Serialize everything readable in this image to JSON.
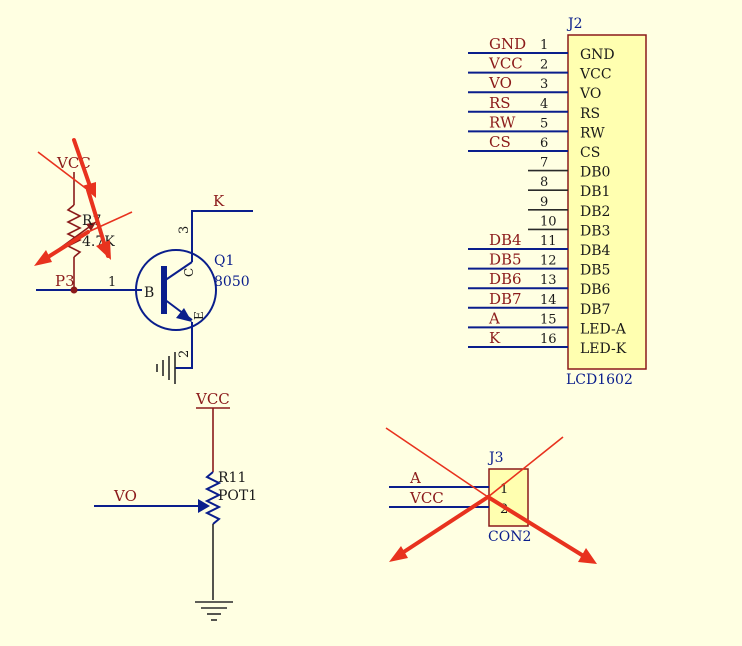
{
  "colors": {
    "background": "#FFFFE2",
    "wire": "#0A1E8C",
    "net_label": "#8B1A1A",
    "pin_text": "#1a1a1a",
    "connector_fill": "#FFFFB0",
    "connector_border": "#8B1A1A",
    "annotation": "#E8321E"
  },
  "j2": {
    "designator": "J2",
    "comment": "LCD1602",
    "pins": [
      {
        "num": "1",
        "name": "GND",
        "net": "GND"
      },
      {
        "num": "2",
        "name": "VCC",
        "net": "VCC"
      },
      {
        "num": "3",
        "name": "VO",
        "net": "VO"
      },
      {
        "num": "4",
        "name": "RS",
        "net": "RS"
      },
      {
        "num": "5",
        "name": "RW",
        "net": "RW"
      },
      {
        "num": "6",
        "name": "CS",
        "net": "CS"
      },
      {
        "num": "7",
        "name": "DB0",
        "net": ""
      },
      {
        "num": "8",
        "name": "DB1",
        "net": ""
      },
      {
        "num": "9",
        "name": "DB2",
        "net": ""
      },
      {
        "num": "10",
        "name": "DB3",
        "net": ""
      },
      {
        "num": "11",
        "name": "DB4",
        "net": "DB4"
      },
      {
        "num": "12",
        "name": "DB5",
        "net": "DB5"
      },
      {
        "num": "13",
        "name": "DB6",
        "net": "DB6"
      },
      {
        "num": "14",
        "name": "DB7",
        "net": "DB7"
      },
      {
        "num": "15",
        "name": "LED-A",
        "net": "A"
      },
      {
        "num": "16",
        "name": "LED-K",
        "net": "K"
      }
    ]
  },
  "backlight": {
    "vcc_label": "VCC",
    "r7_designator": "R7",
    "r7_value": "4.7K",
    "p3_label": "P3",
    "base_pin": "1",
    "collector_pin": "3",
    "emitter_pin": "2",
    "k_label": "K",
    "q1_designator": "Q1",
    "q1_value": "8050",
    "b_letter": "B",
    "c_letter": "C",
    "e_letter": "E"
  },
  "contrast": {
    "vcc_label": "VCC",
    "r11_designator": "R11",
    "r11_value": "POT1",
    "vo_label": "VO"
  },
  "j3": {
    "designator": "J3",
    "comment": "CON2",
    "pins": [
      {
        "num": "1",
        "net": "A"
      },
      {
        "num": "2",
        "net": "VCC"
      }
    ]
  },
  "annotations": [
    {
      "target": "R7",
      "style": "cross-arrows"
    },
    {
      "target": "J3",
      "style": "cross-arrows"
    }
  ]
}
